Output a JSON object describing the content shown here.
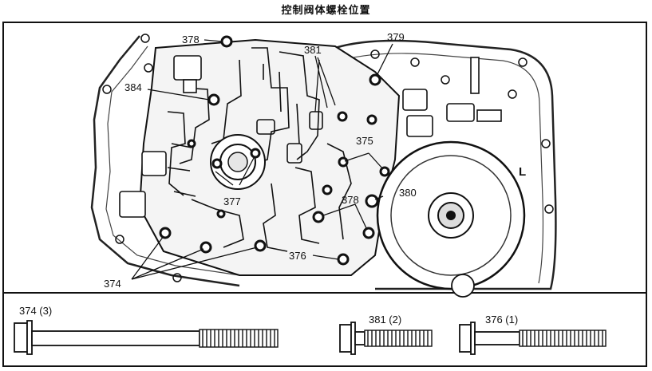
{
  "title": "控制阀体螺栓位置",
  "callouts": {
    "c378_top": "378",
    "c381": "381",
    "c379": "379",
    "c384": "384",
    "c375": "375",
    "cL": "L",
    "c377": "377",
    "c378_mid": "378",
    "c380": "380",
    "c376": "376",
    "c374": "374"
  },
  "bolts": {
    "b374": "374 (3)",
    "b381": "381 (2)",
    "b376": "376 (1)"
  }
}
